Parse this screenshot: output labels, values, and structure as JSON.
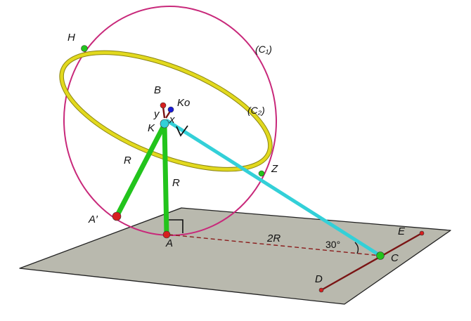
{
  "colors": {
    "plane_fill": "#b9b9ae",
    "plane_stroke": "#222222",
    "circle_c1": "#c8287a",
    "circle_c2": "#e2d91e",
    "segment_green": "#22c41c",
    "segment_cyan": "#33d0d8",
    "line_de": "#7a1414",
    "dashed_ac": "#8a1b1b",
    "point_red": "#d61f1f",
    "point_blue": "#1a1ad8",
    "point_green": "#22c41c",
    "point_cyan": "#33d0d8"
  },
  "labels": {
    "H": "H",
    "C1": "(C₁)",
    "B": "B",
    "Ko": "Ko",
    "C2": "(C₂)",
    "y": "y",
    "x": "x",
    "K": "K",
    "R_left": "R",
    "R_center": "R",
    "Z": "Z",
    "A_prime": "A′",
    "A": "A",
    "two_R": "2R",
    "angle_30": "30°",
    "E": "E",
    "C": "C",
    "D": "D"
  }
}
